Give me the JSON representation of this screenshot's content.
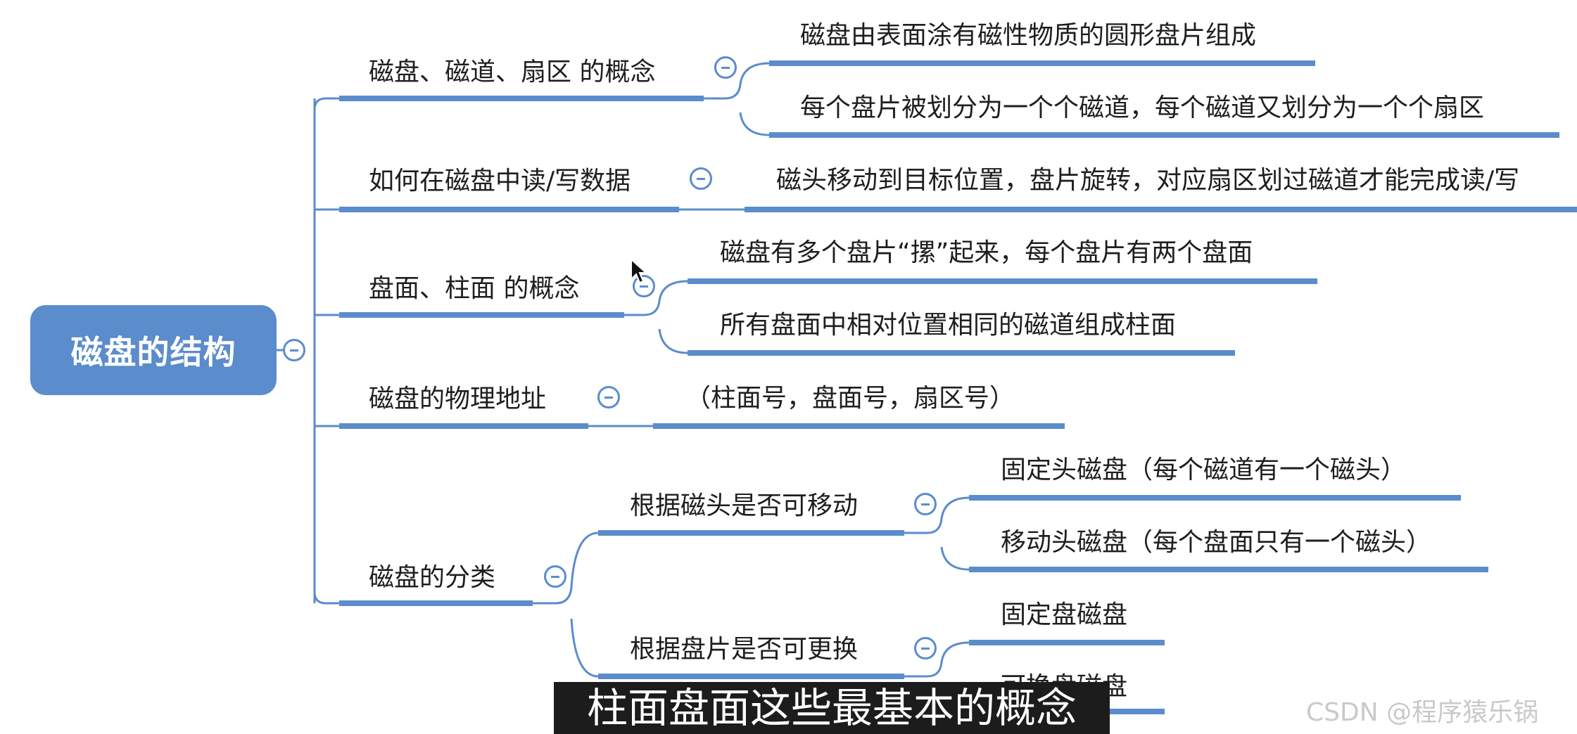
{
  "root": {
    "label": "磁盘的结构"
  },
  "branches": [
    {
      "label": "磁盘、磁道、扇区 的概念",
      "children": [
        "磁盘由表面涂有磁性物质的圆形盘片组成",
        "每个盘片被划分为一个个磁道，每个磁道又划分为一个个扇区"
      ]
    },
    {
      "label": "如何在磁盘中读/写数据",
      "children": [
        "磁头移动到目标位置，盘片旋转，对应扇区划过磁道才能完成读/写"
      ]
    },
    {
      "label": "盘面、柱面 的概念",
      "children": [
        "磁盘有多个盘片“摞”起来，每个盘片有两个盘面",
        "所有盘面中相对位置相同的磁道组成柱面"
      ]
    },
    {
      "label": "磁盘的物理地址",
      "children": [
        "（柱面号，盘面号，扇区号）"
      ]
    },
    {
      "label": "磁盘的分类",
      "sub": [
        {
          "label": "根据磁头是否可移动",
          "children": [
            "固定头磁盘（每个磁道有一个磁头）",
            "移动头磁盘（每个盘面只有一个磁头）"
          ]
        },
        {
          "label": "根据盘片是否可更换",
          "children": [
            "固定盘磁盘",
            "可换盘磁盘"
          ]
        }
      ]
    }
  ],
  "subtitle": "柱面盘面这些最基本的概念",
  "watermark": "CSDN @程序猿乐锅",
  "colors": {
    "accent": "#5b8ccb",
    "text": "#1e1e1e",
    "root_text": "#ffffff",
    "subtitle_bg": "#1c1c1c"
  },
  "icons": {
    "toggle": "collapse-minus-icon",
    "pointer": "mouse-cursor-icon"
  }
}
